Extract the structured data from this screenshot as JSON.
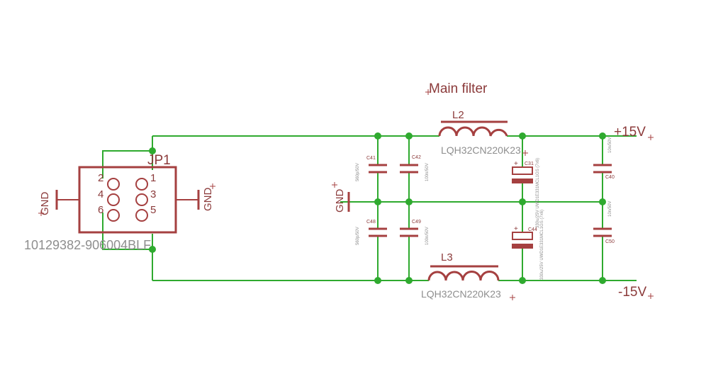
{
  "title": "Main filter",
  "connector": {
    "ref": "JP1",
    "part": "10129382-906004BLF",
    "pins": [
      "1",
      "2",
      "3",
      "4",
      "5",
      "6"
    ]
  },
  "nets": {
    "gnd": "GND",
    "pos": "+15V",
    "neg": "-15V"
  },
  "inductors": [
    {
      "ref": "L2",
      "value": "LQH32CN220K23"
    },
    {
      "ref": "L3",
      "value": "LQH32CN220K23"
    }
  ],
  "capacitors": [
    {
      "ref": "C41",
      "value": "560p/50V"
    },
    {
      "ref": "C42",
      "value": "100n/50V"
    },
    {
      "ref": "C48",
      "value": "560p/50V"
    },
    {
      "ref": "C49",
      "value": "100n/50V"
    },
    {
      "ref": "C31",
      "value": "330u/25V UWD1E331MCL1GS (7x6)"
    },
    {
      "ref": "C44",
      "value": "330u/25V UWD1E331MCL1GS (7x6)"
    },
    {
      "ref": "C40",
      "value": "10n/50V"
    },
    {
      "ref": "C50",
      "value": "10n/50V"
    }
  ],
  "colors": {
    "wire": "#2faa2f",
    "part": "#a54040",
    "label": "#8b3a3a",
    "secondary_label": "#8e8e8e"
  }
}
